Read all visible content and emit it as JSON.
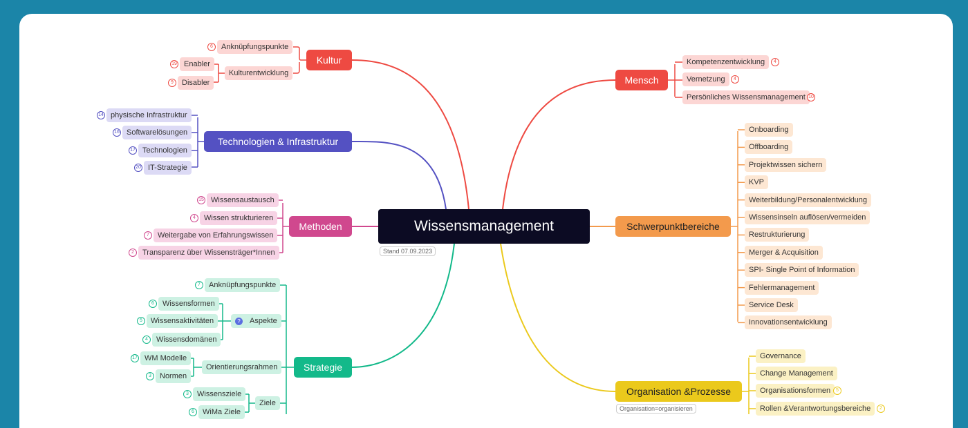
{
  "center": {
    "title": "Wissensmanagement",
    "note": "Stand 07.09.2023"
  },
  "colors": {
    "background": "#1b85a8",
    "kultur": "#ee4a42",
    "mensch": "#ee4a42",
    "technologien": "#5451c2",
    "methoden": "#d0488e",
    "strategie": "#13b98a",
    "schwerpunkt": "#f39a4c",
    "organisation": "#ebc91c",
    "center": "#0c0b23"
  },
  "branches": {
    "kultur": {
      "label": "Kultur",
      "children": [
        {
          "label": "Anknüpfungspunkte",
          "count": "6"
        },
        {
          "label": "Kulturentwicklung",
          "children": [
            {
              "label": "Enabler",
              "count": "19"
            },
            {
              "label": "Disabler",
              "count": "9"
            }
          ]
        }
      ]
    },
    "technologien": {
      "label": "Technologien  & Infrastruktur",
      "children": [
        {
          "label": "physische  Infrastruktur",
          "count": "14"
        },
        {
          "label": "Softwarelösungen",
          "count": "16"
        },
        {
          "label": "Technologien",
          "count": "17"
        },
        {
          "label": "IT-Strategie",
          "count": "20"
        }
      ]
    },
    "methoden": {
      "label": "Methoden",
      "children": [
        {
          "label": "Wissensaustausch",
          "count": "15"
        },
        {
          "label": "Wissen strukturieren",
          "count": "4"
        },
        {
          "label": "Weitergabe von  Erfahrungswissen",
          "count": "7"
        },
        {
          "label": "Transparenz über Wissensträger*Innen",
          "count": "2"
        }
      ]
    },
    "strategie": {
      "label": "Strategie",
      "children": [
        {
          "label": "Anknüpfungspunkte",
          "count": "7"
        },
        {
          "label": "Aspekte",
          "icon": "question-icon",
          "children": [
            {
              "label": "Wissensformen",
              "count": "6"
            },
            {
              "label": "Wissensaktivitäten",
              "count": "5"
            },
            {
              "label": "Wissensdomänen",
              "count": "4"
            }
          ]
        },
        {
          "label": "Orientierungsrahmen",
          "children": [
            {
              "label": "WM Modelle",
              "count": "17"
            },
            {
              "label": "Normen",
              "count": "3"
            }
          ]
        },
        {
          "label": "Ziele",
          "children": [
            {
              "label": "Wissensziele",
              "count": "3"
            },
            {
              "label": "WiMa Ziele",
              "count": "6"
            }
          ]
        }
      ]
    },
    "mensch": {
      "label": "Mensch",
      "children": [
        {
          "label": "Kompetenzentwicklung",
          "count": "4"
        },
        {
          "label": "Vernetzung",
          "count": "4"
        },
        {
          "label": "Persönliches Wissensmanagement",
          "count": "10"
        }
      ]
    },
    "schwerpunkt": {
      "label": "Schwerpunktbereiche",
      "children": [
        {
          "label": "Onboarding"
        },
        {
          "label": "Offboarding"
        },
        {
          "label": "Projektwissen sichern"
        },
        {
          "label": "KVP"
        },
        {
          "label": "Weiterbildung/Personalentwicklung"
        },
        {
          "label": "Wissensinseln auflösen/vermeiden"
        },
        {
          "label": "Restrukturierung"
        },
        {
          "label": "Merger & Acquisition"
        },
        {
          "label": "SPI- Single Point of  Information"
        },
        {
          "label": "Fehlermanagement"
        },
        {
          "label": "Service Desk"
        },
        {
          "label": "Innovationsentwicklung"
        }
      ]
    },
    "organisation": {
      "label": "Organisation  &Prozesse",
      "note": "Organisation=organisieren",
      "children": [
        {
          "label": "Governance"
        },
        {
          "label": "Change Management"
        },
        {
          "label": "Organisationsformen",
          "count": "5"
        },
        {
          "label": "Rollen &Verantwortungsbereiche",
          "count": "2"
        }
      ]
    }
  }
}
